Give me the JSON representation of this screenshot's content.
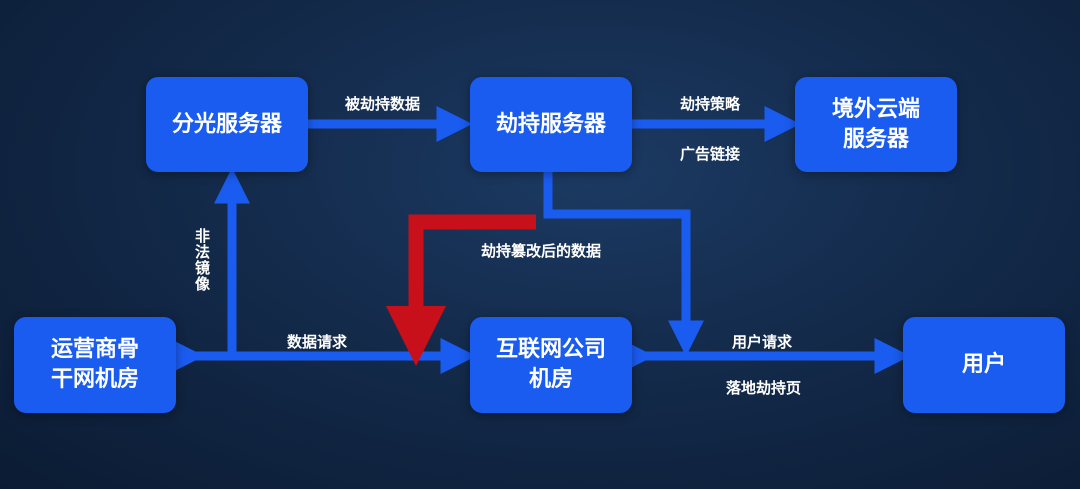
{
  "colors": {
    "node": "#1a5cf0",
    "arrow": "#1a5cf0",
    "hijack_arrow": "#c8101a",
    "text": "#ffffff"
  },
  "nodes": {
    "split_server": "分光服务器",
    "hijack_server": "劫持服务器",
    "overseas_cloud": "境外云端\n服务器",
    "carrier_room": "运营商骨\n干网机房",
    "internet_room": "互联网公司\n机房",
    "user": "用户"
  },
  "edges": {
    "hijacked_data": "被劫持数据",
    "hijack_strategy": "劫持策略",
    "ad_link": "广告链接",
    "tampered_data": "劫持篡改后的数据",
    "illegal_mirror": "非法镜像",
    "data_request": "数据请求",
    "user_request": "用户请求",
    "landing_hijack_page": "落地劫持页"
  }
}
